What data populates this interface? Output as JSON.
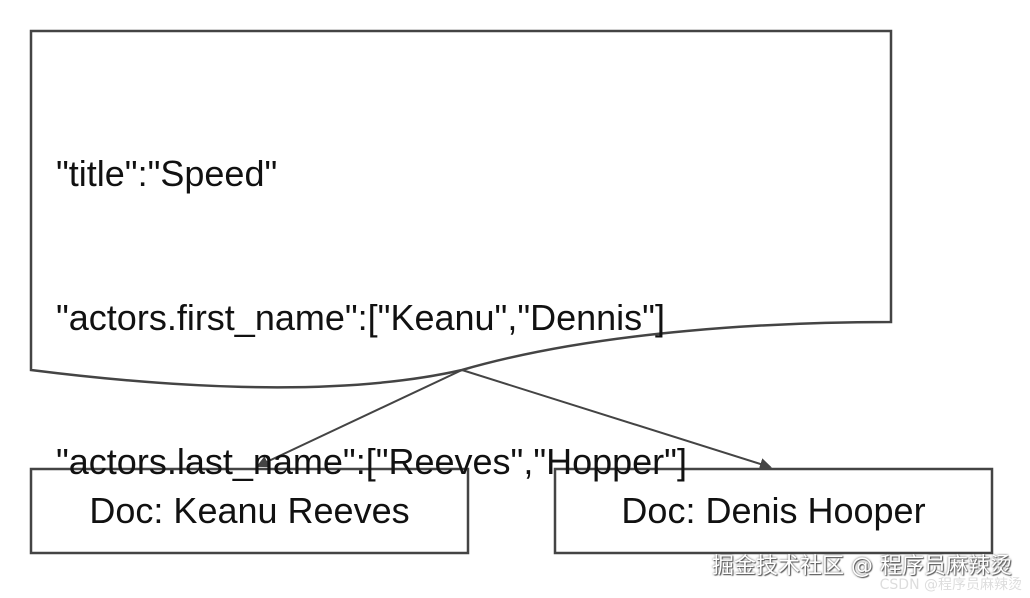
{
  "document": {
    "lines": [
      "\"title\":\"Speed\"",
      "\"actors.first_name\":[\"Keanu\",\"Dennis\"]",
      "\"actors.last_name\":[\"Reeves\",\"Hopper\"]"
    ]
  },
  "boxes": {
    "left_label": "Doc: Keanu Reeves",
    "right_label": "Doc: Denis Hooper"
  },
  "watermark": {
    "text": "掘金技术社区 @ 程序员麻辣烫",
    "sub_text": "CSDN @程序员麻辣烫"
  },
  "colors": {
    "stroke": "#444444",
    "text": "#111111"
  }
}
